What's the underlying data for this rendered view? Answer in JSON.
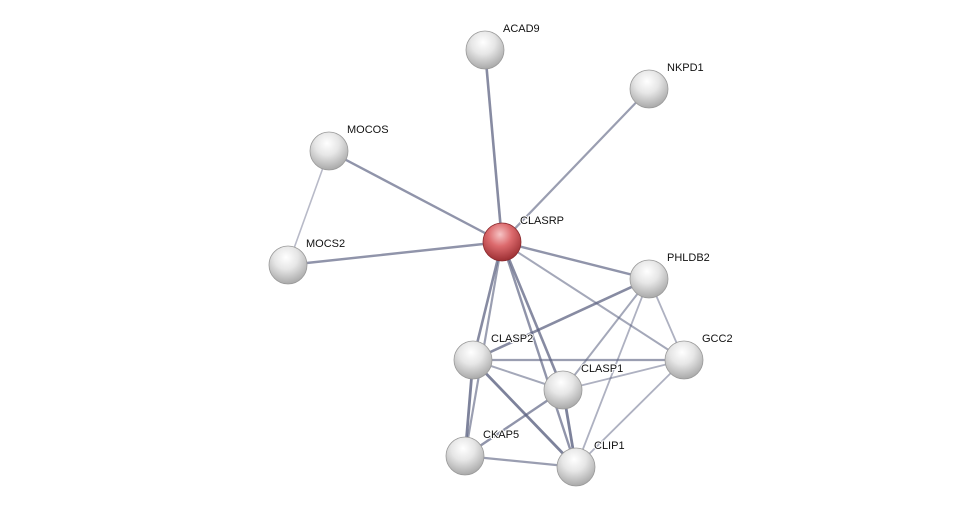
{
  "network": {
    "query_color": "#d9565a",
    "node_color": "#dcdcdc",
    "edge_color": "#5a6080",
    "nodes": [
      {
        "id": "CLASRP",
        "query": true
      },
      {
        "id": "ACAD9"
      },
      {
        "id": "NKPD1"
      },
      {
        "id": "MOCOS"
      },
      {
        "id": "MOCS2"
      },
      {
        "id": "PHLDB2"
      },
      {
        "id": "GCC2"
      },
      {
        "id": "CLASP2"
      },
      {
        "id": "CLASP1"
      },
      {
        "id": "CKAP5"
      },
      {
        "id": "CLIP1"
      }
    ],
    "edges": [
      {
        "source": "CLASRP",
        "target": "ACAD9",
        "weight": 0.8
      },
      {
        "source": "CLASRP",
        "target": "NKPD1",
        "weight": 0.6
      },
      {
        "source": "CLASRP",
        "target": "MOCOS",
        "weight": 0.7
      },
      {
        "source": "CLASRP",
        "target": "MOCS2",
        "weight": 0.7
      },
      {
        "source": "MOCOS",
        "target": "MOCS2",
        "weight": 0.3
      },
      {
        "source": "CLASRP",
        "target": "PHLDB2",
        "weight": 0.7
      },
      {
        "source": "CLASRP",
        "target": "GCC2",
        "weight": 0.5
      },
      {
        "source": "CLASRP",
        "target": "CLASP2",
        "weight": 0.8
      },
      {
        "source": "CLASRP",
        "target": "CLASP1",
        "weight": 0.8
      },
      {
        "source": "CLASRP",
        "target": "CLIP1",
        "weight": 0.7
      },
      {
        "source": "CLASRP",
        "target": "CKAP5",
        "weight": 0.6
      },
      {
        "source": "PHLDB2",
        "target": "CLASP2",
        "weight": 0.8
      },
      {
        "source": "PHLDB2",
        "target": "CLASP1",
        "weight": 0.5
      },
      {
        "source": "PHLDB2",
        "target": "CLIP1",
        "weight": 0.4
      },
      {
        "source": "PHLDB2",
        "target": "GCC2",
        "weight": 0.4
      },
      {
        "source": "CLASP2",
        "target": "GCC2",
        "weight": 0.6
      },
      {
        "source": "CLASP2",
        "target": "CLASP1",
        "weight": 0.5
      },
      {
        "source": "CLASP2",
        "target": "CKAP5",
        "weight": 0.9
      },
      {
        "source": "CLASP2",
        "target": "CLIP1",
        "weight": 0.9
      },
      {
        "source": "CLASP1",
        "target": "GCC2",
        "weight": 0.4
      },
      {
        "source": "CLASP1",
        "target": "CKAP5",
        "weight": 0.7
      },
      {
        "source": "CLASP1",
        "target": "CLIP1",
        "weight": 0.9
      },
      {
        "source": "CKAP5",
        "target": "CLIP1",
        "weight": 0.6
      },
      {
        "source": "GCC2",
        "target": "CLIP1",
        "weight": 0.4
      }
    ]
  }
}
